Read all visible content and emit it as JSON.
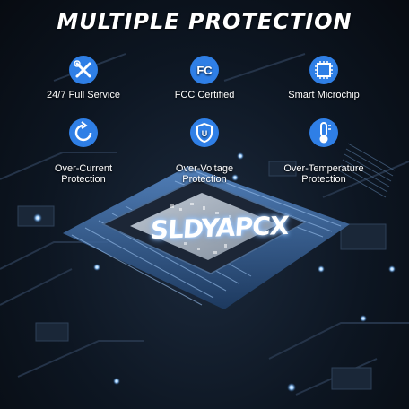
{
  "headline": "MULTIPLE PROTECTION",
  "features": [
    {
      "icon": "tools-icon",
      "label": "24/7 Full Service"
    },
    {
      "icon": "fcc-icon",
      "label": "FCC Certified"
    },
    {
      "icon": "microchip-icon",
      "label": "Smart Microchip"
    },
    {
      "icon": "refresh-icon",
      "label": "Over-Current\nProtection"
    },
    {
      "icon": "shield-icon",
      "label": "Over-Voltage\nProtection"
    },
    {
      "icon": "thermometer-icon",
      "label": "Over-Temperature\nProtection"
    }
  ],
  "chip": {
    "text": "SLDYAPCX"
  },
  "colors": {
    "icon_blue": "#2f7fe6",
    "board": "#0d1622",
    "pins": "#3a73b8"
  }
}
